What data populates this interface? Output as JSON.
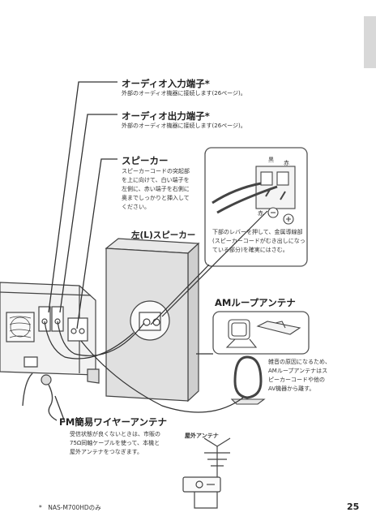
{
  "audio_in": {
    "title": "オーディオ入力端子*",
    "desc": "外部のオーディオ機器に接続します(26ページ)。"
  },
  "audio_out": {
    "title": "オーディオ出力端子*",
    "desc": "外部のオーディオ機器に接続します(26ページ)。"
  },
  "speaker": {
    "title": "スピーカー",
    "desc_lines": [
      "スピーカーコードの突起部",
      "を上に向けて、白い端子を",
      "左側に、赤い端子を右側に",
      "奥までしっかりと挿入して",
      "ください。"
    ]
  },
  "left_speaker": {
    "title": "左(L)スピーカー"
  },
  "lever_callout": {
    "label_black": "黒",
    "label_red": "赤",
    "label_red2": "赤",
    "desc_lines": [
      "下部のレバーを押して、金属導線部",
      "(スピーカーコードがむき出しになっ",
      "ている部分)を確実にはさむ。"
    ]
  },
  "am_antenna": {
    "title": "AMループアンテナ",
    "desc_lines": [
      "雑音の原因になるため、",
      "AMループアンテナはス",
      "ピーカーコードや他の",
      "AV機器から離す。"
    ]
  },
  "fm_antenna": {
    "title": "FM簡易ワイヤーアンテナ",
    "desc_lines": [
      "受信状態が良くないときは、市販の",
      "75Ω同軸ケーブルを使って、本機と",
      "屋外アンテナをつなぎます。"
    ]
  },
  "outdoor_antenna": {
    "label": "屋外アンテナ"
  },
  "footnote": "*　NAS-M700HDのみ",
  "page_number": "25"
}
